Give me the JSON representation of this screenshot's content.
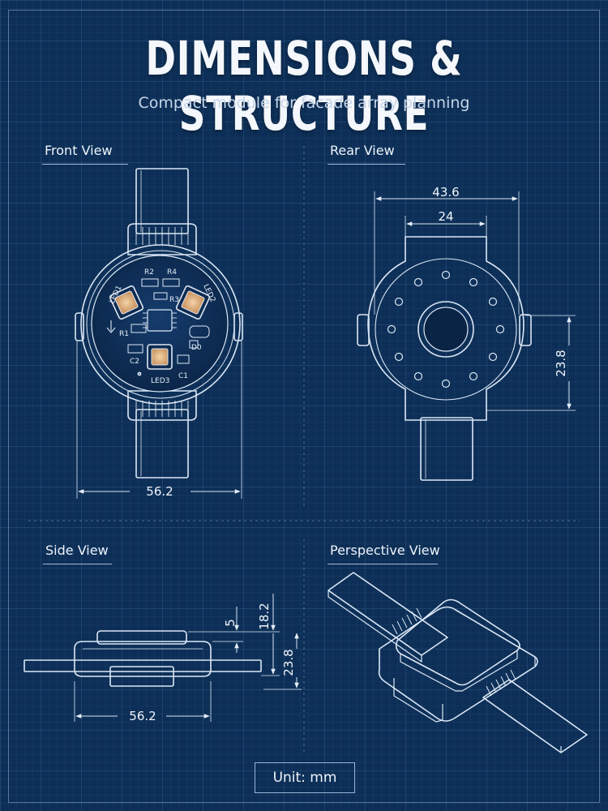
{
  "header": {
    "title": "DIMENSIONS & STRUCTURE",
    "subtitle": "Compact module for facade array planning"
  },
  "views": {
    "front": {
      "label": "Front View",
      "width_dim": "56.2"
    },
    "rear": {
      "label": "Rear View",
      "outer_dim": "43.6",
      "inner_dim": "24",
      "height_dim": "23.8"
    },
    "side": {
      "label": "Side View",
      "width_dim": "56.2",
      "top_dim": "5",
      "height_dim": "18.2",
      "body_dim": "23.8"
    },
    "perspective": {
      "label": "Perspective View"
    }
  },
  "pcb_labels": {
    "r2": "R2",
    "r4": "R4",
    "r3": "R3",
    "r1": "R1",
    "c2": "C2",
    "c1": "C1",
    "led1": "LED1",
    "led2": "LED2",
    "led3": "LED3",
    "d0": "D0"
  },
  "footer": {
    "unit": "Unit: mm"
  },
  "colors": {
    "background": "#0d2f57",
    "line": "#dbe7f5",
    "accent_led": "#e0b487"
  }
}
